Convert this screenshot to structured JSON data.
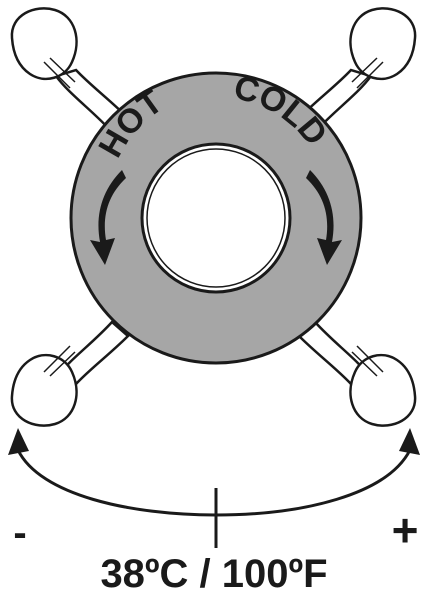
{
  "dial": {
    "hot_label": "HOT",
    "cold_label": "COLD",
    "minus_label": "-",
    "plus_label": "+",
    "temperature_label": "38ºC / 100ºF"
  },
  "colors": {
    "ring": "#a6a6a6",
    "outline": "#1a1a1a",
    "background": "#ffffff"
  },
  "icons": [
    "handle-icon",
    "rotation-arrow-icon",
    "double-headed-arc-arrow-icon"
  ]
}
